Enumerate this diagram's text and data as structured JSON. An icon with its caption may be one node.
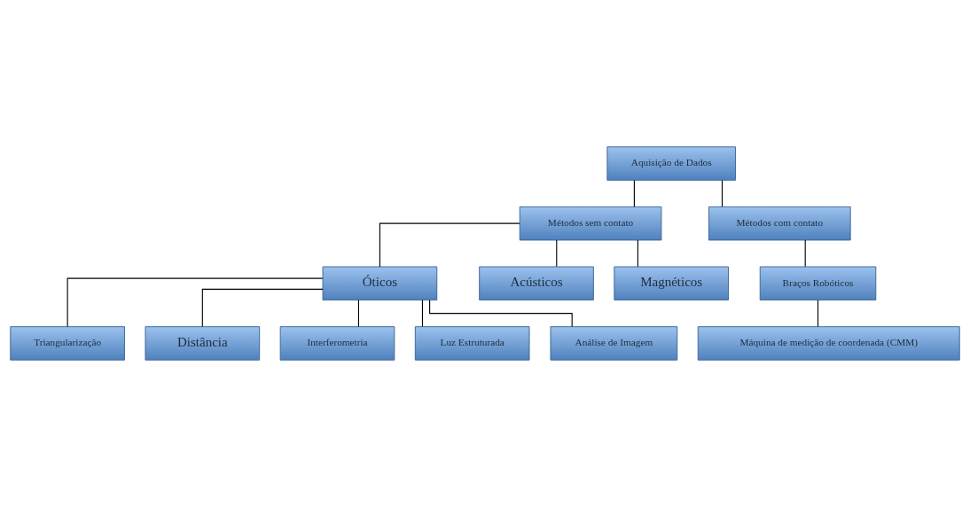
{
  "diagram": {
    "nodes": [
      {
        "text": [
          "Aquisição de Dados"
        ]
      },
      {
        "text": [
          "Métodos sem contato"
        ]
      },
      {
        "text": [
          "Métodos com contato"
        ]
      },
      {
        "text": [
          "Óticos"
        ]
      },
      {
        "text": [
          "Acústicos"
        ]
      },
      {
        "text": [
          "Magnéticos"
        ]
      },
      {
        "text": [
          "Braços Robóticos"
        ]
      },
      {
        "text": [
          "Máquina de medição de coordenada (CMM)"
        ]
      },
      {
        "text": [
          "Triangularização"
        ]
      },
      {
        "text": [
          "Distância"
        ]
      },
      {
        "text": [
          "Interferometria"
        ]
      },
      {
        "text": [
          "Luz Estruturada"
        ]
      },
      {
        "text": [
          "Análise de Imagem"
        ]
      }
    ],
    "edges": [
      {
        "from": 0,
        "to": 1,
        "arrow": "none"
      },
      {
        "from": 0,
        "to": 2,
        "arrow": "none"
      },
      {
        "from": 1,
        "to": 3,
        "arrow": "none"
      },
      {
        "from": 1,
        "to": 4,
        "arrow": "none"
      },
      {
        "from": 1,
        "to": 5,
        "arrow": "none"
      },
      {
        "from": 2,
        "to": 6,
        "arrow": "none"
      },
      {
        "from": 6,
        "to": 7,
        "arrow": "none"
      },
      {
        "from": 3,
        "to": 8,
        "arrow": "none"
      },
      {
        "from": 3,
        "to": 9,
        "arrow": "none"
      },
      {
        "from": 3,
        "to": 10,
        "arrow": "none"
      },
      {
        "from": 3,
        "to": 11,
        "arrow": "none"
      },
      {
        "from": 3,
        "to": 12,
        "arrow": "none"
      }
    ]
  }
}
